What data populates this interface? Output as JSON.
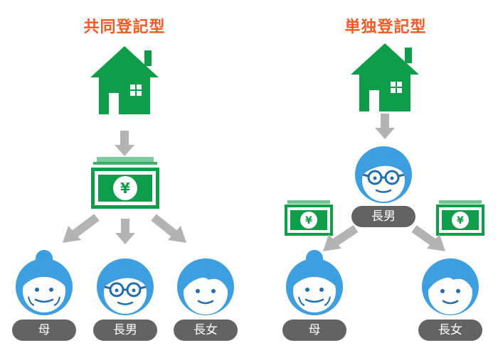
{
  "joint": {
    "title": "共同登記型",
    "people": [
      {
        "label": "母"
      },
      {
        "label": "長男"
      },
      {
        "label": "長女"
      }
    ]
  },
  "single": {
    "title": "単独登記型",
    "owner": {
      "label": "長男"
    },
    "people": [
      {
        "label": "母"
      },
      {
        "label": "長女"
      }
    ]
  },
  "colors": {
    "title": "#f25a22",
    "house": "#0e9e4a",
    "face": "#3d9ee0",
    "skin": "#ffffff",
    "arrow": "#b3b3b3",
    "tag": "#636363",
    "money": "#0e9e4a"
  },
  "icons": {
    "house": "house-icon",
    "money": "banknote-yen-icon",
    "person": "person-face-icon"
  }
}
